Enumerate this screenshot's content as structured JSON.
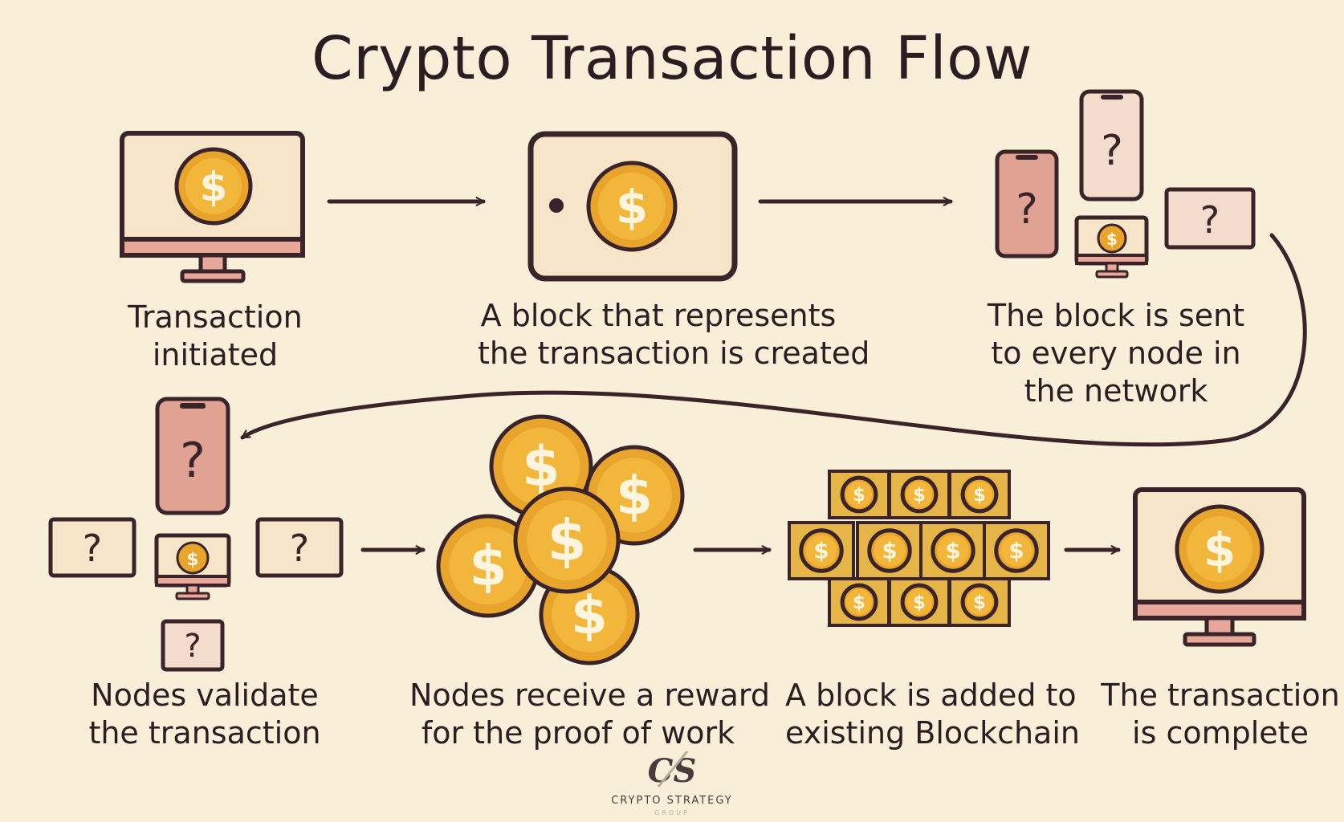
{
  "title": "Crypto Transaction Flow",
  "colors": {
    "background": "#f8efd9",
    "outline": "#3a2429",
    "coin": "#e9a42c",
    "coin_inner": "#f2b73a",
    "coin_symbol": "#fff4de",
    "screen": "#f6e5c8",
    "phone": "#e0a293",
    "block": "#e6b548"
  },
  "steps": [
    {
      "id": "initiated",
      "lines": [
        "Transaction",
        "initiated"
      ]
    },
    {
      "id": "block-created",
      "lines": [
        "A block that represents",
        "the transaction is created"
      ]
    },
    {
      "id": "broadcast",
      "lines": [
        "The block is sent",
        "to every node in",
        "the network"
      ]
    },
    {
      "id": "validate",
      "lines": [
        "Nodes validate",
        "the transaction"
      ]
    },
    {
      "id": "reward",
      "lines": [
        "Nodes receive a reward",
        "for the proof of work"
      ]
    },
    {
      "id": "added",
      "lines": [
        "A block is added to",
        "existing Blockchain"
      ]
    },
    {
      "id": "complete",
      "lines": [
        "The transaction",
        "is complete"
      ]
    }
  ],
  "icons": {
    "coin_symbol": "$",
    "unknown_symbol": "?"
  },
  "logo": {
    "mark": "CS",
    "name": "CRYPTO STRATEGY",
    "sub": "GROUP"
  }
}
